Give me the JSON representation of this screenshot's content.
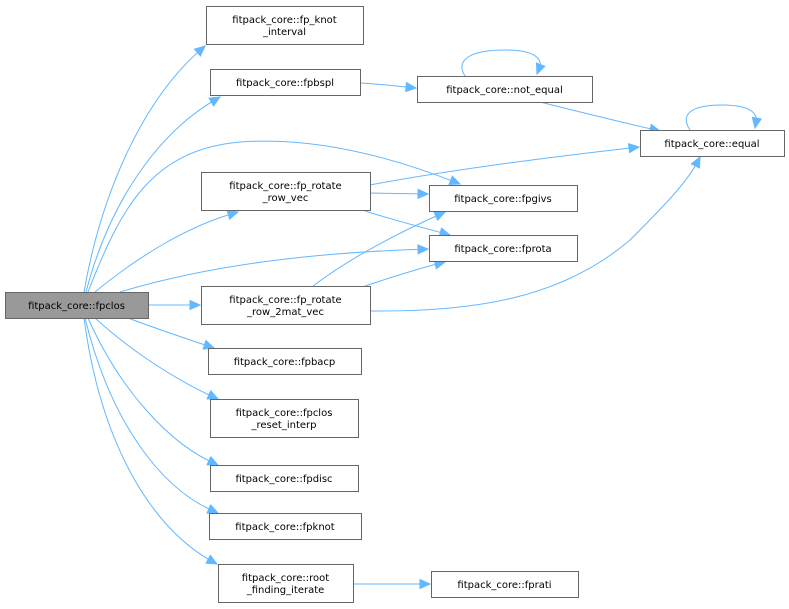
{
  "title": "fitpack_core::fpclos call graph",
  "colors": {
    "edge": "#63b8ff",
    "node_border": "#666666",
    "root_fill": "#999999",
    "node_fill": "#ffffff"
  },
  "nodes": [
    {
      "id": "fpclos",
      "lines": [
        "fitpack_core::fpclos"
      ],
      "root": true
    },
    {
      "id": "fp_knot_interval",
      "lines": [
        "fitpack_core::fp_knot",
        "_interval"
      ]
    },
    {
      "id": "fpbspl",
      "lines": [
        "fitpack_core::fpbspl"
      ]
    },
    {
      "id": "not_equal",
      "lines": [
        "fitpack_core::not_equal"
      ]
    },
    {
      "id": "equal",
      "lines": [
        "fitpack_core::equal"
      ]
    },
    {
      "id": "fp_rotate_row_vec",
      "lines": [
        "fitpack_core::fp_rotate",
        "_row_vec"
      ]
    },
    {
      "id": "fpgivs",
      "lines": [
        "fitpack_core::fpgivs"
      ]
    },
    {
      "id": "fprota",
      "lines": [
        "fitpack_core::fprota"
      ]
    },
    {
      "id": "fp_rotate_row_2mat_vec",
      "lines": [
        "fitpack_core::fp_rotate",
        "_row_2mat_vec"
      ]
    },
    {
      "id": "fpbacp",
      "lines": [
        "fitpack_core::fpbacp"
      ]
    },
    {
      "id": "fpclos_reset_interp",
      "lines": [
        "fitpack_core::fpclos",
        "_reset_interp"
      ]
    },
    {
      "id": "fpdisc",
      "lines": [
        "fitpack_core::fpdisc"
      ]
    },
    {
      "id": "fpknot",
      "lines": [
        "fitpack_core::fpknot"
      ]
    },
    {
      "id": "root_finding_iterate",
      "lines": [
        "fitpack_core::root",
        "_finding_iterate"
      ]
    },
    {
      "id": "fprati",
      "lines": [
        "fitpack_core::fprati"
      ]
    }
  ],
  "edges": [
    {
      "from": "fpclos",
      "to": "fp_knot_interval"
    },
    {
      "from": "fpclos",
      "to": "fpbspl"
    },
    {
      "from": "fpclos",
      "to": "fpgivs"
    },
    {
      "from": "fpclos",
      "to": "fp_rotate_row_vec"
    },
    {
      "from": "fpclos",
      "to": "fprota"
    },
    {
      "from": "fpclos",
      "to": "fp_rotate_row_2mat_vec"
    },
    {
      "from": "fpclos",
      "to": "fpbacp"
    },
    {
      "from": "fpclos",
      "to": "fpclos_reset_interp"
    },
    {
      "from": "fpclos",
      "to": "fpdisc"
    },
    {
      "from": "fpclos",
      "to": "fpknot"
    },
    {
      "from": "fpclos",
      "to": "root_finding_iterate"
    },
    {
      "from": "fpbspl",
      "to": "not_equal"
    },
    {
      "from": "not_equal",
      "to": "not_equal"
    },
    {
      "from": "not_equal",
      "to": "equal"
    },
    {
      "from": "equal",
      "to": "equal"
    },
    {
      "from": "fp_rotate_row_vec",
      "to": "equal"
    },
    {
      "from": "fp_rotate_row_vec",
      "to": "fpgivs"
    },
    {
      "from": "fp_rotate_row_vec",
      "to": "fprota"
    },
    {
      "from": "fp_rotate_row_2mat_vec",
      "to": "fpgivs"
    },
    {
      "from": "fp_rotate_row_2mat_vec",
      "to": "fprota"
    },
    {
      "from": "fp_rotate_row_2mat_vec",
      "to": "equal"
    },
    {
      "from": "root_finding_iterate",
      "to": "fprati"
    }
  ]
}
